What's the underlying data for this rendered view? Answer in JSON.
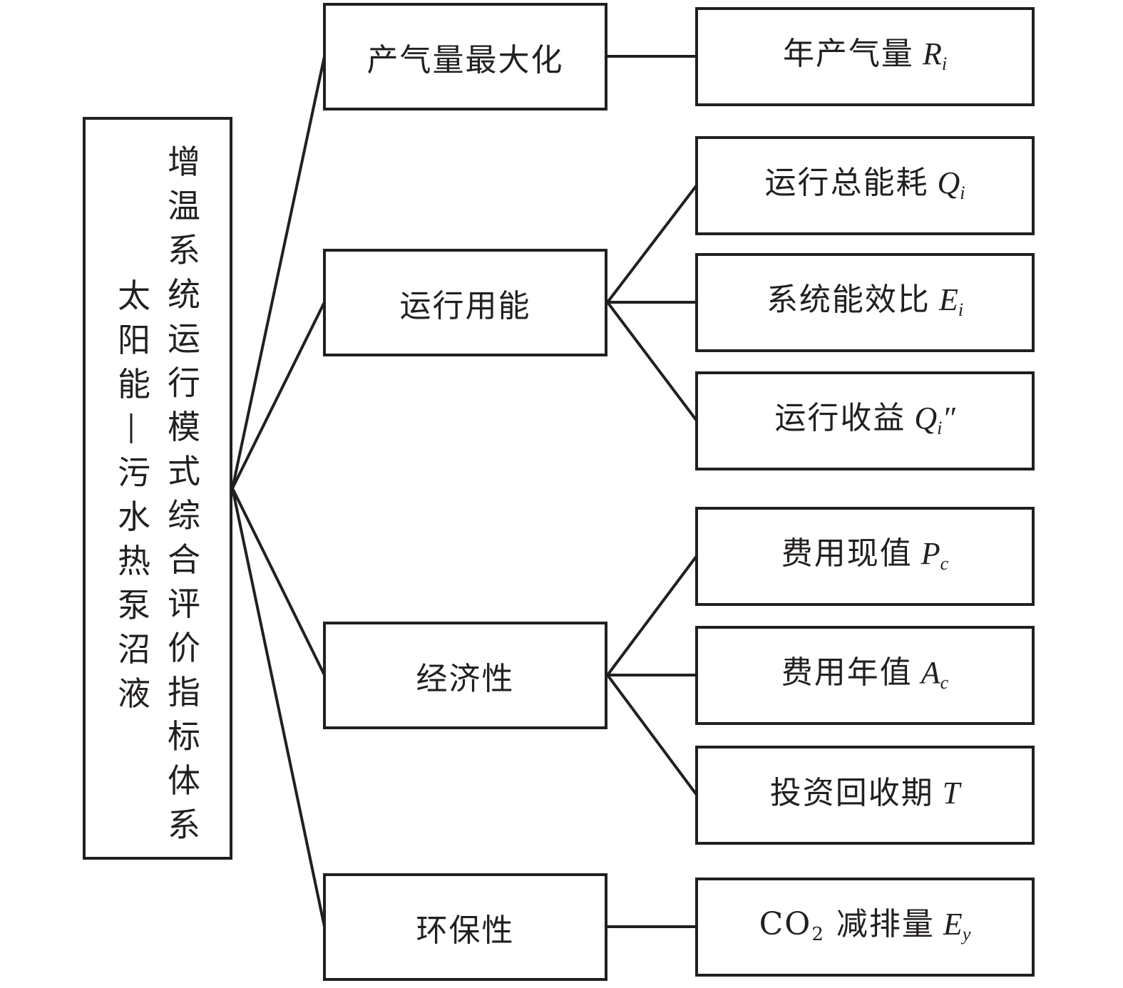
{
  "root": {
    "title_column_right": [
      "增",
      "温",
      "系",
      "统",
      "运",
      "行",
      "模",
      "式",
      "综",
      "合",
      "评",
      "价",
      "指",
      "标",
      "体",
      "系"
    ],
    "title_column_left": [
      "太",
      "阳",
      "能",
      "—",
      "污",
      "水",
      "热",
      "泵",
      "沼",
      "液"
    ],
    "full_title": "太阳能—污水热泵沼液增温系统运行模式综合评价指标体系"
  },
  "criteria": [
    {
      "label": "产气量最大化",
      "indicators": [
        {
          "label": "年产气量",
          "symbol": "R",
          "subscript": "i",
          "suffix": ""
        }
      ]
    },
    {
      "label": "运行用能",
      "indicators": [
        {
          "label": "运行总能耗",
          "symbol": "Q",
          "subscript": "i",
          "suffix": ""
        },
        {
          "label": "系统能效比",
          "symbol": "E",
          "subscript": "i",
          "suffix": ""
        },
        {
          "label": "运行收益",
          "symbol": "Q",
          "subscript": "i",
          "suffix": "″"
        }
      ]
    },
    {
      "label": "经济性",
      "indicators": [
        {
          "label": "费用现值",
          "symbol": "P",
          "subscript": "c",
          "suffix": ""
        },
        {
          "label": "费用年值",
          "symbol": "A",
          "subscript": "c",
          "suffix": ""
        },
        {
          "label": "投资回收期",
          "symbol": "T",
          "subscript": "",
          "suffix": ""
        }
      ]
    },
    {
      "label": "环保性",
      "indicators": [
        {
          "label": "减排量",
          "prefix": "CO",
          "prefix_subscript": "2",
          "symbol": "E",
          "subscript": "y",
          "suffix": ""
        }
      ]
    }
  ]
}
